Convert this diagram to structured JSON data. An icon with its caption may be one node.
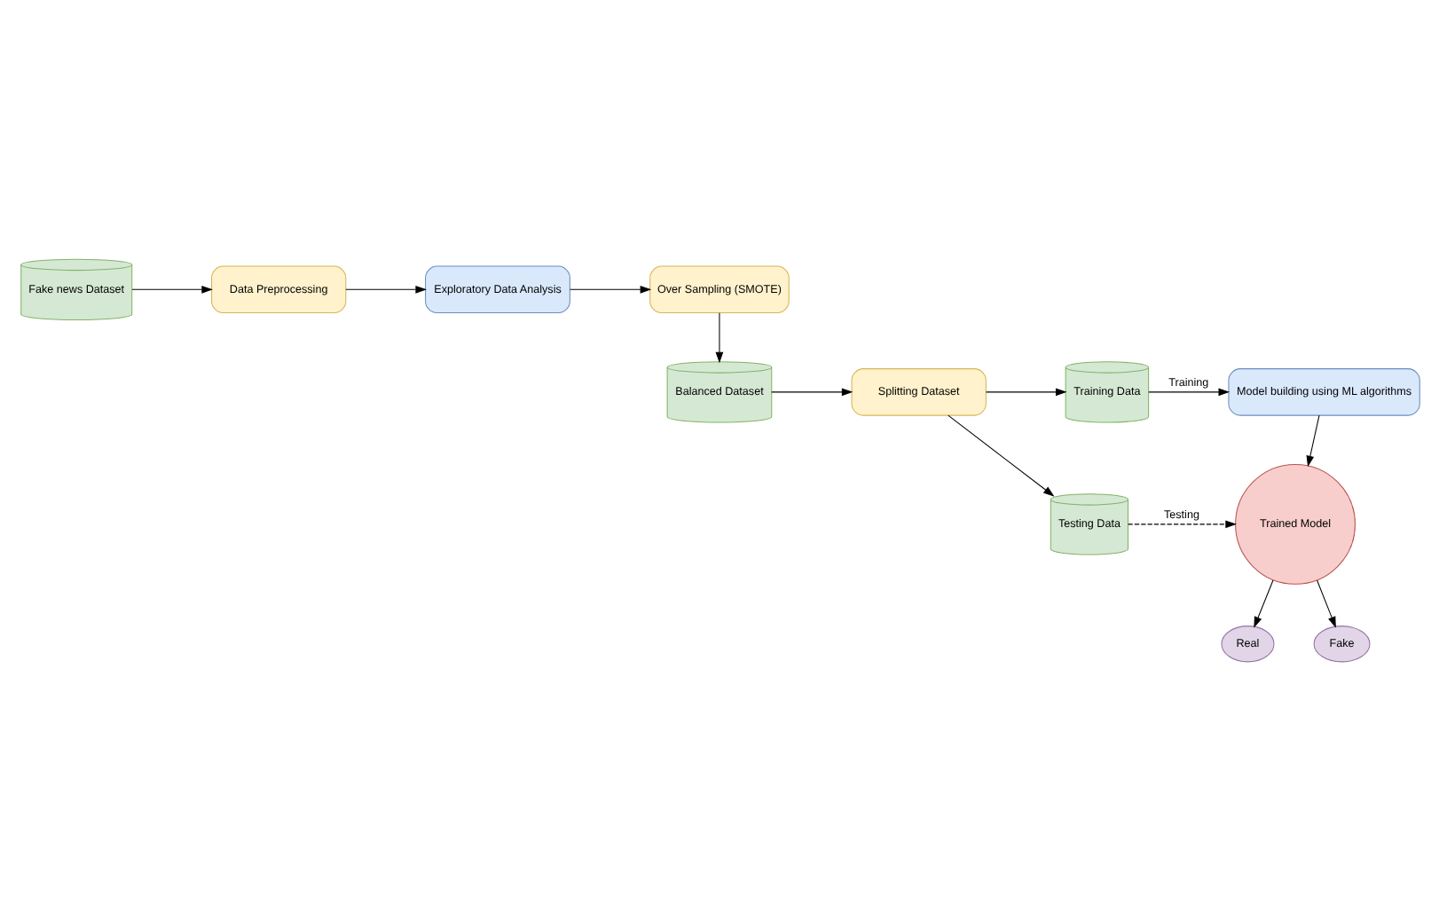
{
  "diagram": {
    "nodes": [
      {
        "text": [
          "Fake news Dataset"
        ]
      },
      {
        "text": [
          "Data Preprocessing"
        ]
      },
      {
        "text": [
          "Exploratory Data Analysis"
        ]
      },
      {
        "text": [
          "Over Sampling (SMOTE)"
        ]
      },
      {
        "text": [
          "Balanced Dataset"
        ]
      },
      {
        "text": [
          "Splitting Dataset"
        ]
      },
      {
        "text": [
          "Training Data"
        ]
      },
      {
        "text": [
          "Model building using ML algorithms"
        ]
      },
      {
        "text": [
          "Testing Data"
        ]
      },
      {
        "text": [
          "Trained Model"
        ]
      },
      {
        "text": [
          "Real"
        ]
      },
      {
        "text": [
          "Fake"
        ]
      }
    ],
    "edges": [
      {
        "from": 0,
        "to": 1,
        "arrow": "to"
      },
      {
        "from": 1,
        "to": 2,
        "arrow": "to"
      },
      {
        "from": 2,
        "to": 3,
        "arrow": "to"
      },
      {
        "from": 3,
        "to": 4,
        "arrow": "to"
      },
      {
        "from": 4,
        "to": 5,
        "arrow": "to"
      },
      {
        "from": 5,
        "to": 6,
        "arrow": "to"
      },
      {
        "from": 6,
        "to": 7,
        "arrow": "to",
        "label": "Training"
      },
      {
        "from": 5,
        "to": 8,
        "arrow": "to"
      },
      {
        "from": 8,
        "to": 9,
        "arrow": "to",
        "label": "Testing",
        "style": "dashed"
      },
      {
        "from": 7,
        "to": 9,
        "arrow": "to"
      },
      {
        "from": 9,
        "to": 10,
        "arrow": "to"
      },
      {
        "from": 9,
        "to": 11,
        "arrow": "to"
      }
    ]
  }
}
